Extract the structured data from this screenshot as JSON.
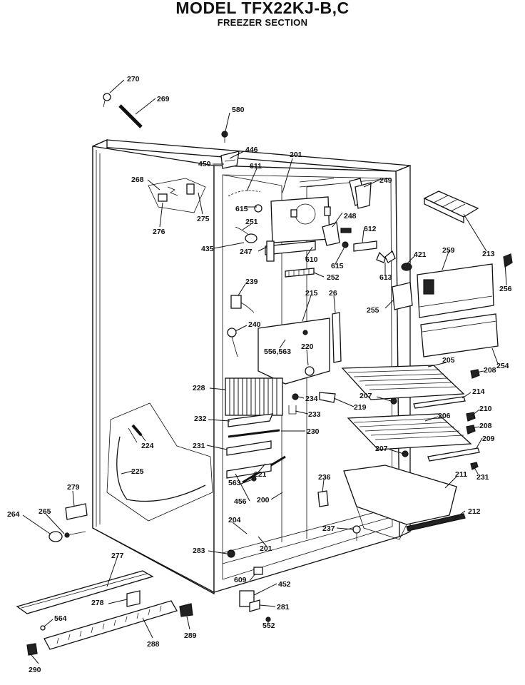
{
  "header": {
    "title": "MODEL TFX22KJ-B,C",
    "subtitle": "FREEZER SECTION"
  },
  "callouts": {
    "c270": "270",
    "c269": "269",
    "c580": "580",
    "c446": "446",
    "c450": "450",
    "c201a": "201",
    "c611": "611",
    "c249": "249",
    "c268": "268",
    "c615a": "615",
    "c276": "276",
    "c275": "275",
    "c251": "251",
    "c248": "248",
    "c612": "612",
    "c435": "435",
    "c247": "247",
    "c610": "610",
    "c615b": "615",
    "c613": "613",
    "c421": "421",
    "c259": "259",
    "c213": "213",
    "c256": "256",
    "c252": "252",
    "c239": "239",
    "c215": "215",
    "c26": "26",
    "c255": "255",
    "c240": "240",
    "c556": "556,563",
    "c220": "220",
    "c205": "205",
    "c254": "254",
    "c208a": "208",
    "c228": "228",
    "c234": "234",
    "c207a": "207",
    "c214": "214",
    "c219": "219",
    "c233": "233",
    "c210": "210",
    "c232": "232",
    "c206": "206",
    "c208b": "208",
    "c224": "224",
    "c230": "230",
    "c209": "209",
    "c231a": "231",
    "c207b": "207",
    "c211": "211",
    "c231b": "231",
    "c225": "225",
    "c221": "221",
    "c236": "236",
    "c563": "563",
    "c279": "279",
    "c456": "456",
    "c200": "200",
    "c264": "264",
    "c265": "265",
    "c204": "204",
    "c212": "212",
    "c237": "237",
    "c201b": "201",
    "c283": "283",
    "c277": "277",
    "c609": "609",
    "c452": "452",
    "c278": "278",
    "c281": "281",
    "c564": "564",
    "c552": "552",
    "c289": "289",
    "c288": "288",
    "c290": "290"
  }
}
